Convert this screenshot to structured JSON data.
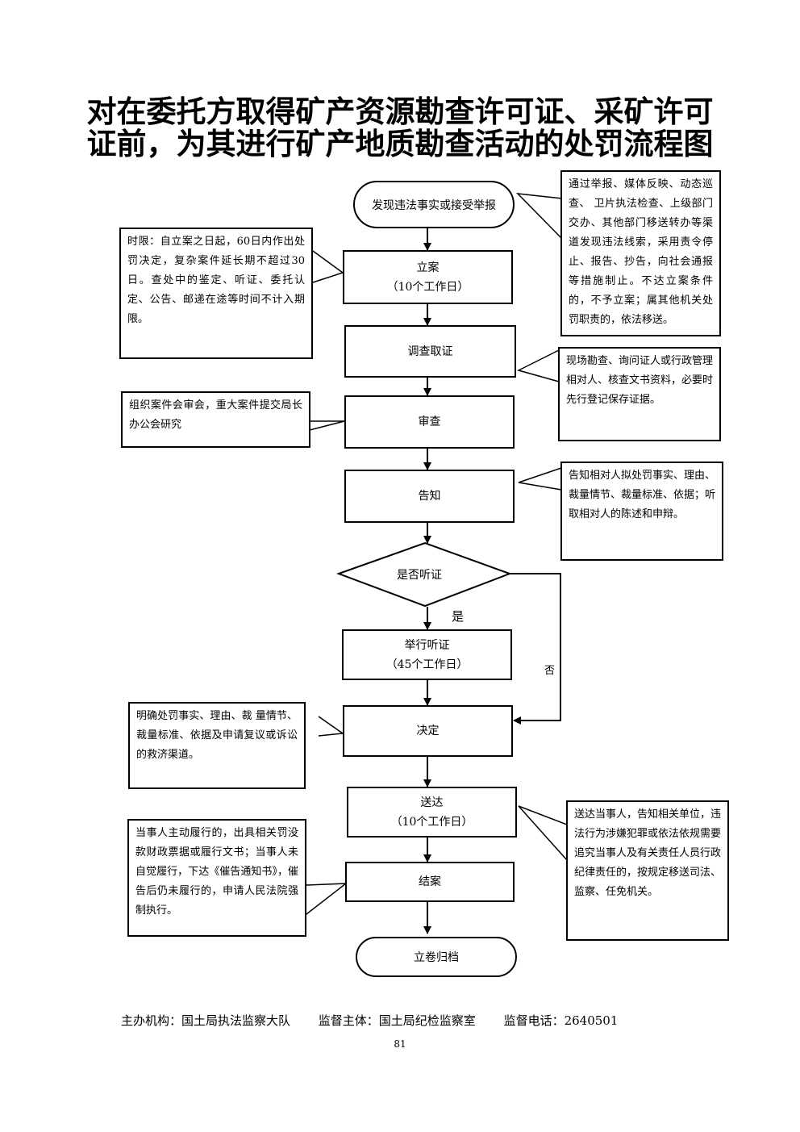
{
  "title_line1": "对在委托方取得矿产资源勘查许可证、采矿许可",
  "title_line2": "证前，为其进行矿产地质勘查活动的处罚流程图",
  "nodes": {
    "start": "发现违法事实或接受举报",
    "filing_label": "立案",
    "filing_days": "（10个工作日）",
    "investigate": "调查取证",
    "review": "审查",
    "notify": "告知",
    "hearing_decision": "是否听证",
    "hearing_label": "举行听证",
    "hearing_days": "（45个工作日）",
    "decide": "决定",
    "deliver_label": "送达",
    "deliver_days": "（10个工作日）",
    "close": "结案",
    "archive": "立卷归档"
  },
  "branch_labels": {
    "yes": "是",
    "no": "否"
  },
  "notes": {
    "report_sources": "通过举报、媒体反映、动态巡查、 卫片执法检查、上级部门交办、其他部门移送转办等渠道发现违法线索，采用责令停止、报告、抄告，向社会通报等措施制止。不达立案条件的，不予立案；属其他机关处罚职责的，依法移送。",
    "time_limit": "时限：自立案之日起，60日内作出处罚决定，复杂案件延长期不超过30日。查处中的鉴定、听证、委托认定、公告、邮递在途等时间不计入期限。",
    "evidence": "现场勘查、询问证人或行政管理相对人、核查文书资料，必要时先行登记保存证据。",
    "review_meeting": "组织案件会审会，重大案件提交局长办公会研究",
    "notify_content": "告知相对人拟处罚事实、理由、裁量情节、裁量标准、依据；听取相对人的陈述和申辩。",
    "decision_content": "明确处罚事实、理由、裁 量情节、裁量标准、依据及申请复议或诉讼的救济渠道。",
    "delivery_content": "送达当事人，告知相关单位，违法行为涉嫌犯罪或依法依规需要追究当事人及有关责任人员行政纪律责任的，按规定移送司法、监察、任免机关。",
    "enforcement": "当事人主动履行的，出具相关罚没款财政票据或履行文书；当事人未自觉履行，下达《催告通知书》，催告后仍未履行的，申请人民法院强制执行。"
  },
  "footer": {
    "host": "主办机构：国土局执法监察大队",
    "supervisor": "监督主体：国土局纪检监察室",
    "phone": "监督电话：2640501"
  },
  "page_number": "81"
}
